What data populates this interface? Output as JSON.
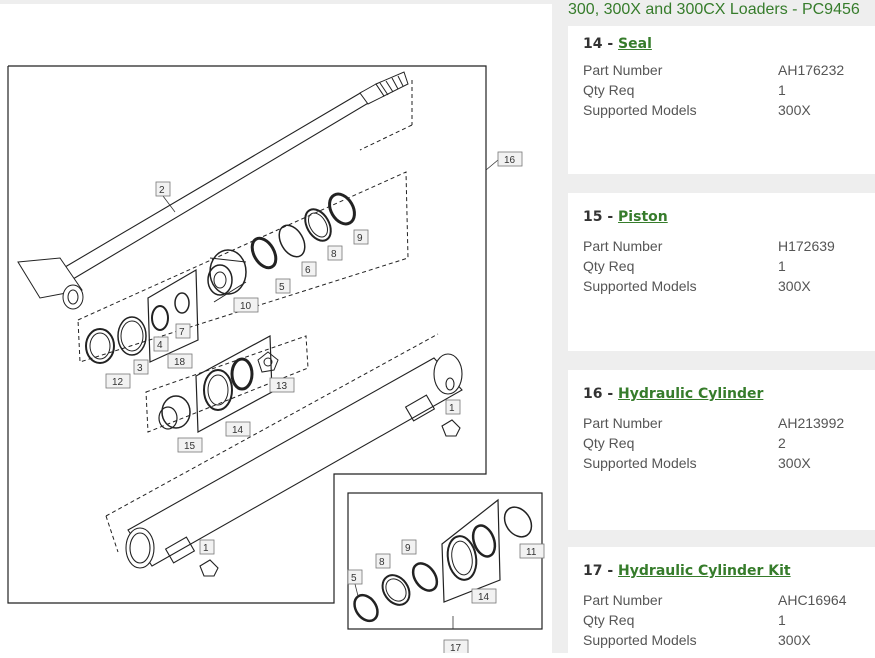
{
  "page_title": "300, 300X and 300CX Loaders - PC9456",
  "parts": [
    {
      "index": "14",
      "name": "Seal",
      "part_number_label": "Part Number",
      "part_number": "AH176232",
      "qty_label": "Qty Req",
      "qty": "1",
      "models_label": "Supported Models",
      "models": "300X"
    },
    {
      "index": "15",
      "name": "Piston",
      "part_number_label": "Part Number",
      "part_number": "H172639",
      "qty_label": "Qty Req",
      "qty": "1",
      "models_label": "Supported Models",
      "models": "300X"
    },
    {
      "index": "16",
      "name": "Hydraulic Cylinder",
      "part_number_label": "Part Number",
      "part_number": "AH213992",
      "qty_label": "Qty Req",
      "qty": "2",
      "models_label": "Supported Models",
      "models": "300X"
    },
    {
      "index": "17",
      "name": "Hydraulic Cylinder Kit",
      "part_number_label": "Part Number",
      "part_number": "AHC16964",
      "qty_label": "Qty Req",
      "qty": "1",
      "models_label": "Supported Models",
      "models": "300X"
    }
  ],
  "diagram": {
    "callouts": [
      "16",
      "2",
      "9",
      "8",
      "6",
      "5",
      "10",
      "7",
      "4",
      "18",
      "12",
      "3",
      "13",
      "1",
      "14",
      "15",
      "1",
      "5",
      "8",
      "9",
      "11",
      "14",
      "17"
    ]
  },
  "colors": {
    "brand_green": "#367c2b",
    "panel_bg": "#eeeeee"
  }
}
